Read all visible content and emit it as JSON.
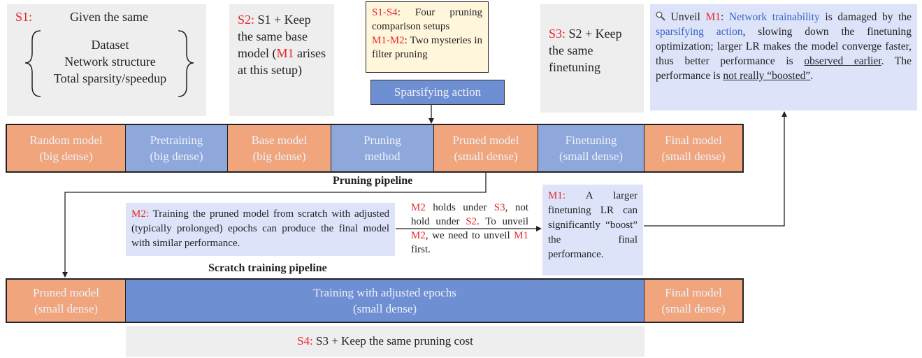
{
  "s1": {
    "tag": "S1:",
    "title": "Given the same",
    "items": [
      "Dataset",
      "Network structure",
      "Total sparsity/speedup"
    ]
  },
  "s2": {
    "tag": "S2:",
    "text1": " S1 + Keep the same base model (",
    "m1": "M1",
    "text2": " arises at this setup)"
  },
  "setups_box": {
    "tag1": "S1-S4",
    "text1": ": Four pruning comparison setups",
    "tag2": "M1-M2",
    "text2": ": Two mysteries in filter pruning"
  },
  "sparsifying_action": "Sparsifying action",
  "s3": {
    "tag": "S3:",
    "text": " S2 + Keep the same finetuning"
  },
  "unveil_note": {
    "icon": "magnifier-icon",
    "p1": "Unveil ",
    "m1": "M1",
    "p2": ": ",
    "link1": "Network trainability",
    "p3": " is damaged by the ",
    "link2": "sparsifying action",
    "p4": ", slowing down the finetuning optimization; larger LR makes the model converge faster, thus better performance is ",
    "u1": "observed earlier",
    "p5": ". The performance is ",
    "u2": "not really “boosted”",
    "p6": "."
  },
  "pruning_pipeline": {
    "label": "Pruning pipeline",
    "stages": [
      {
        "line1": "Random model",
        "line2": "(big dense)"
      },
      {
        "line1": "Pretraining",
        "line2": "(big dense)"
      },
      {
        "line1": "Base model",
        "line2": "(big dense)"
      },
      {
        "line1": "Pruning",
        "line2": "method"
      },
      {
        "line1": "Pruned model",
        "line2": "(small dense)"
      },
      {
        "line1": "Finetuning",
        "line2": "(small dense)"
      },
      {
        "line1": "Final model",
        "line2": "(small dense)"
      }
    ]
  },
  "m2_note": {
    "tag": "M2:",
    "text": " Training the pruned model from scratch with adjusted (typically prolonged) epochs can produce the final model with similar performance."
  },
  "m2_condition": {
    "m2a": "M2",
    "t1": " holds under ",
    "s3": "S3",
    "t2": ", not hold under ",
    "s2": "S2",
    "t3": ". To unveil ",
    "m2b": "M2",
    "t4": ", we need to unveil ",
    "m1": "M1",
    "t5": " first."
  },
  "m1_note": {
    "tag": "M1:",
    "text": " A larger finetuning LR can significantly “boost” the final performance."
  },
  "scratch_pipeline": {
    "label": "Scratch training pipeline",
    "stages": [
      {
        "line1": "Pruned model",
        "line2": "(small dense)"
      },
      {
        "line1": "Training with adjusted epochs",
        "line2": "(small dense)"
      },
      {
        "line1": "Final model",
        "line2": "(small dense)"
      }
    ]
  },
  "s4": {
    "tag": "S4:",
    "text": " S3 + Keep the same pruning cost"
  },
  "colors": {
    "orange": "#f0a57c",
    "steel": "#8ea8dc",
    "note": "#dde4fa",
    "gray": "#eeeeee",
    "red": "#e8262b",
    "blue": "#3a62c8"
  }
}
